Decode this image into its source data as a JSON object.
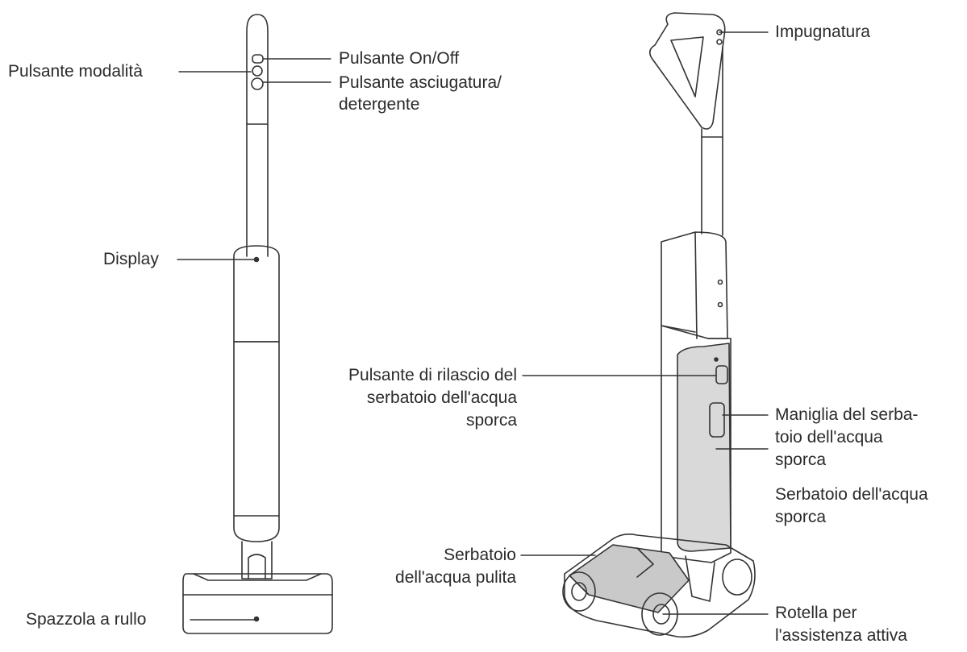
{
  "colors": {
    "line": "#333333",
    "tank_fill": "#d9d9d9",
    "base_fill": "#c9c9c9"
  },
  "left_device": {
    "mode_button": "Pulsante modalità",
    "on_off_button": "Pulsante On/Off",
    "dry_button_line1": "Pulsante asciugatura/",
    "dry_button_line2": "detergente",
    "display": "Display",
    "roller_brush": "Spazzola a rullo"
  },
  "right_device": {
    "handle": "Impugnatura",
    "release_line1": "Pulsante di rilascio del",
    "release_line2": "serbatoio dell'acqua",
    "release_line3": "sporca",
    "tank_handle_line1": "Maniglia del serba-",
    "tank_handle_line2": "toio dell'acqua",
    "tank_handle_line3": "sporca",
    "dirty_tank_line1": "Serbatoio dell'acqua",
    "dirty_tank_line2": "sporca",
    "clean_tank_line1": "Serbatoio",
    "clean_tank_line2": "dell'acqua pulita",
    "wheel_line1": "Rotella per",
    "wheel_line2": "l'assistenza attiva"
  }
}
